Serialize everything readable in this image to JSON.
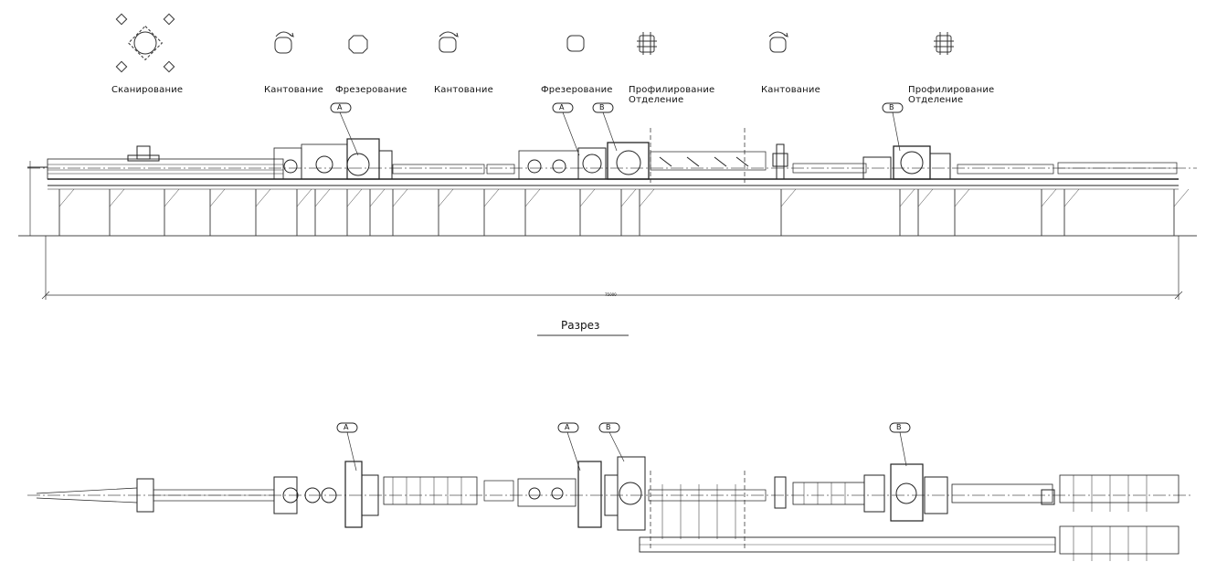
{
  "operations": [
    {
      "label": "Сканирование",
      "icon": "scanning-icon"
    },
    {
      "label": "Кантование",
      "icon": "turning-icon"
    },
    {
      "label": "Фрезерование",
      "icon": "milling-icon"
    },
    {
      "label": "Кантование",
      "icon": "turning-icon"
    },
    {
      "label": "Фрезерование",
      "icon": "milling-icon"
    },
    {
      "label": "Профилирование\nОтделение",
      "icon": "profiling-icon"
    },
    {
      "label": "Кантование",
      "icon": "turning-icon"
    },
    {
      "label": "Профилирование\nОтделение",
      "icon": "profiling-icon"
    }
  ],
  "section_title": "Разрез",
  "overall_dimension": "75000",
  "markers": {
    "a": "A",
    "b": "B"
  }
}
